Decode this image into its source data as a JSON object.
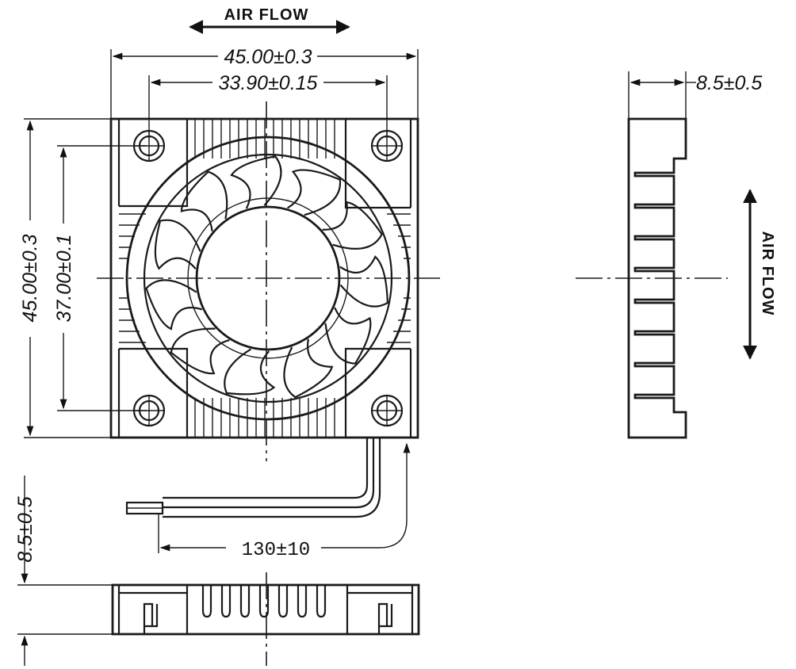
{
  "drawing": {
    "front_view": {
      "airflow_label": "AIR FLOW",
      "width_dim": "45.00±0.3",
      "hole_spacing_dim": "33.90±0.15",
      "height_dim": "45.00±0.3",
      "hole_vertical_dim": "37.00±0.1",
      "blade_count": 11
    },
    "side_view": {
      "thickness_dim": "8.5±0.5",
      "airflow_label": "AIR FLOW",
      "fin_count": 8
    },
    "bottom_view": {
      "thickness_dim": "8.5±0.5",
      "fin_count": 7
    },
    "cable": {
      "length_dim": "130±10"
    }
  }
}
